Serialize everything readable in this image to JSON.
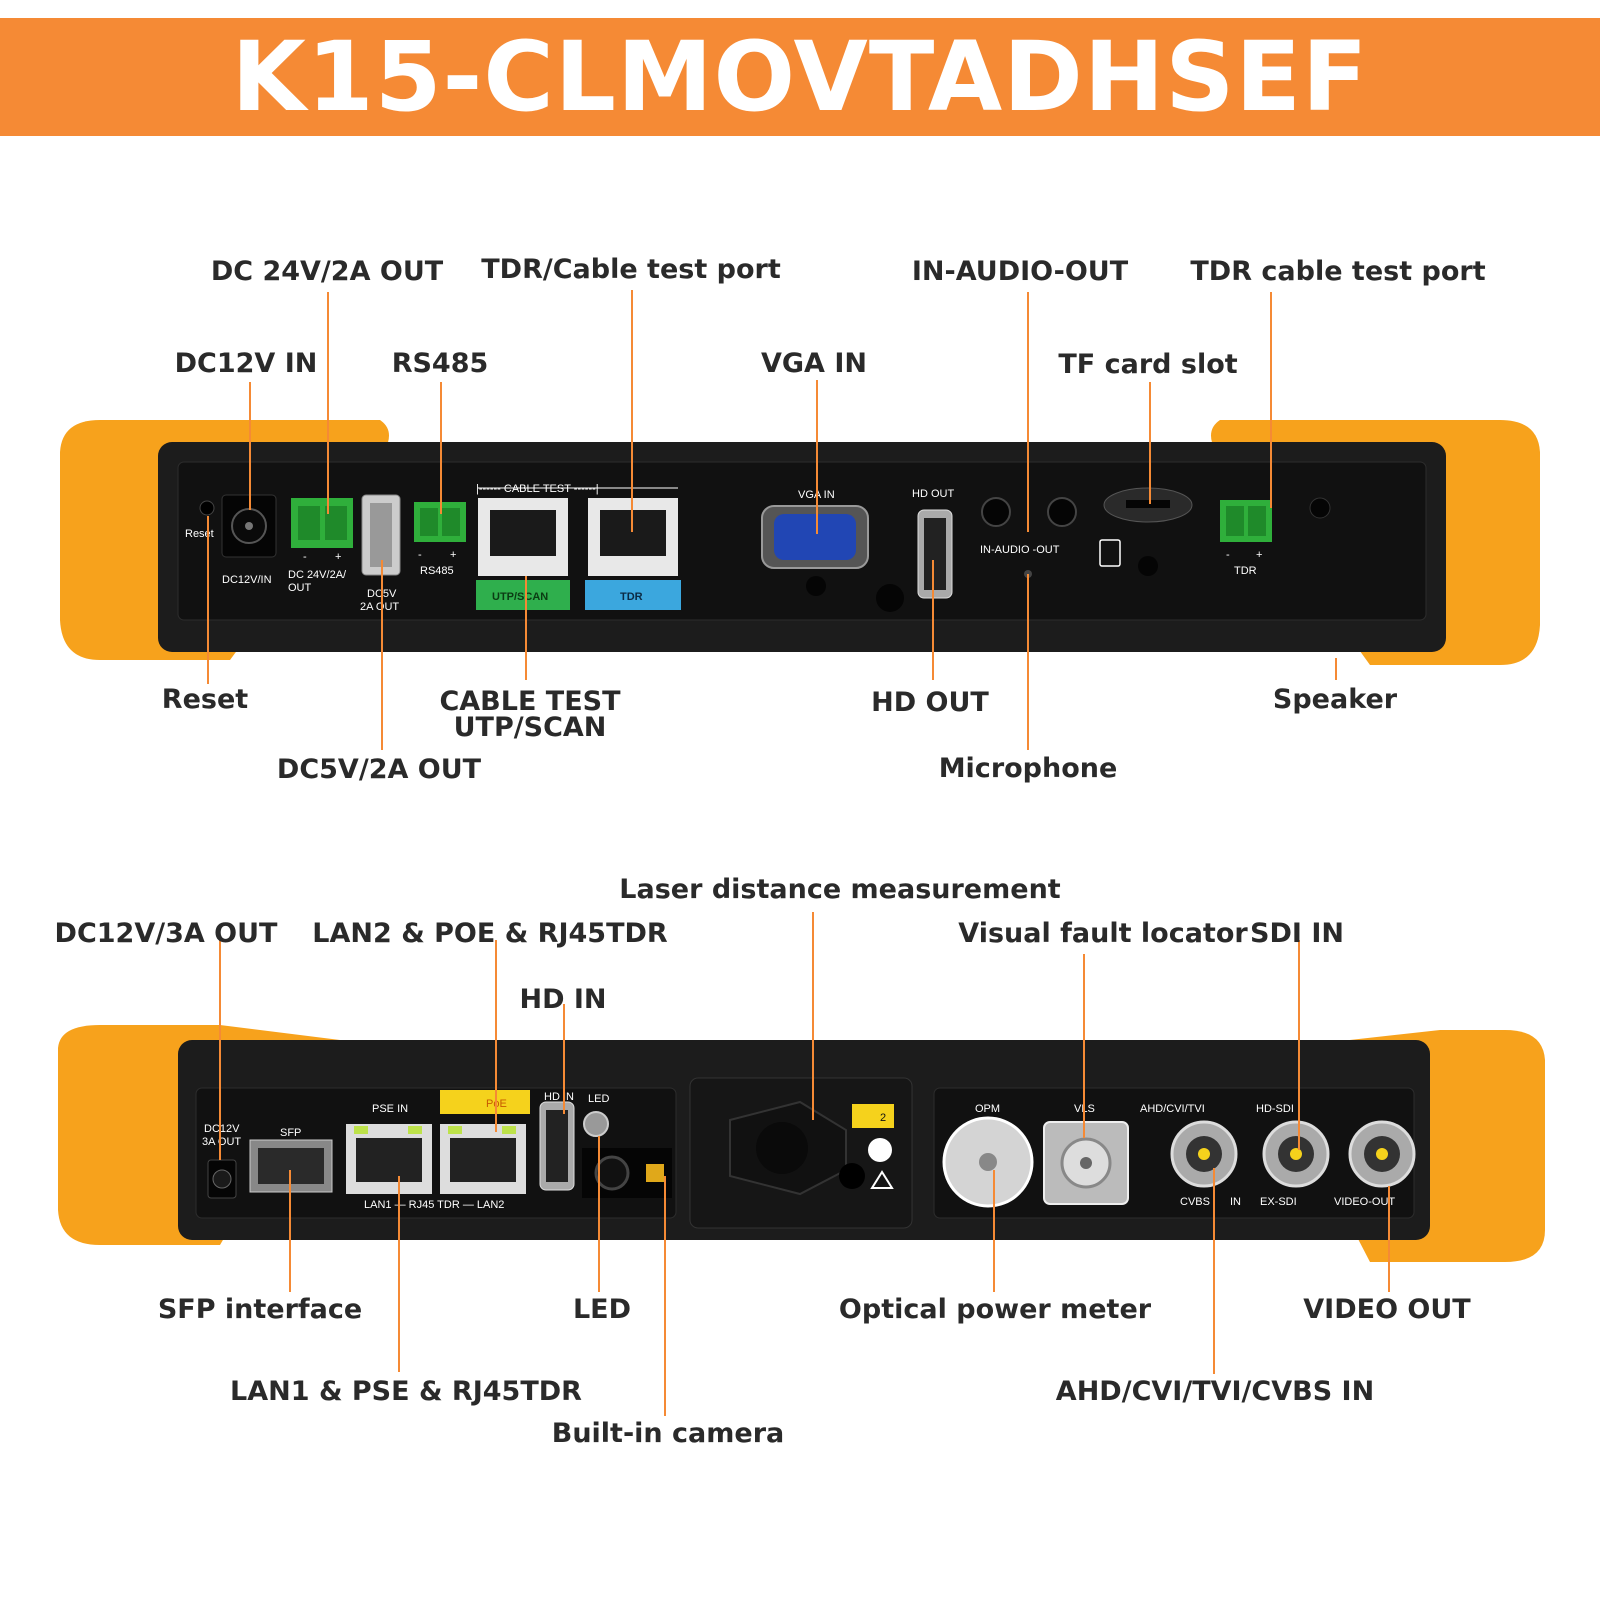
{
  "title": "K15-CLMOVTADHSEF",
  "colors": {
    "accent": "#f58a35",
    "bumper": "#f7a21c",
    "body": "#1c1c1c",
    "panel": "#111111"
  },
  "top_labels": {
    "dc24": "DC 24V/2A OUT",
    "tdr_cable": "TDR/Cable test port",
    "audio": "IN-AUDIO-OUT",
    "tdr_right": "TDR cable test port",
    "dc12in": "DC12V IN",
    "rs485": "RS485",
    "vga": "VGA IN",
    "tf": "TF card slot",
    "reset": "Reset",
    "cable_test_1": "CABLE TEST",
    "cable_test_2": "UTP/SCAN",
    "hdout": "HD OUT",
    "speaker": "Speaker",
    "dc5": "DC5V/2A OUT",
    "mic": "Microphone"
  },
  "top_panel": {
    "reset": "Reset",
    "dc12vin": "DC12V/IN",
    "dc24_1": "DC 24V/2A/",
    "dc24_2": "OUT",
    "dc5_1": "DC5V",
    "dc5_2": "2A OUT",
    "rs485": "RS485",
    "cable_test": "|------ CABLE TEST ------|",
    "utp": "UTP/SCAN",
    "tdr": "TDR",
    "vga": "VGA IN",
    "hdout": "HD OUT",
    "audio": "IN-AUDIO -OUT",
    "tdr_small": "TDR",
    "minus": "-",
    "plus": "+"
  },
  "bottom_labels": {
    "laser": "Laser distance measurement",
    "dc12out": "DC12V/3A OUT",
    "lan2": "LAN2 & POE & RJ45TDR",
    "vfl": "Visual fault locator",
    "sdi": "SDI IN",
    "hdin": "HD IN",
    "sfp": "SFP interface",
    "led": "LED",
    "opm": "Optical power meter",
    "videoout": "VIDEO OUT",
    "lan1": "LAN1 & PSE & RJ45TDR",
    "ahd": "AHD/CVI/TVI/CVBS IN",
    "camera": "Built-in camera"
  },
  "bottom_panel": {
    "dc12_1": "DC12V",
    "dc12_2": "3A OUT",
    "sfp": "SFP",
    "psein": "PSE IN",
    "poe": "PoE",
    "lan": "LAN1 — RJ45 TDR — LAN2",
    "hdin": "HD IN",
    "led": "LED",
    "opm": "OPM",
    "vls": "VLS",
    "ahd": "AHD/CVI/TVI",
    "hdsdi": "HD-SDI",
    "cvbs": "CVBS",
    "in": "IN",
    "exsdi": "EX-SDI",
    "videoout": "VIDEO-OUT",
    "laser_class": "2"
  }
}
